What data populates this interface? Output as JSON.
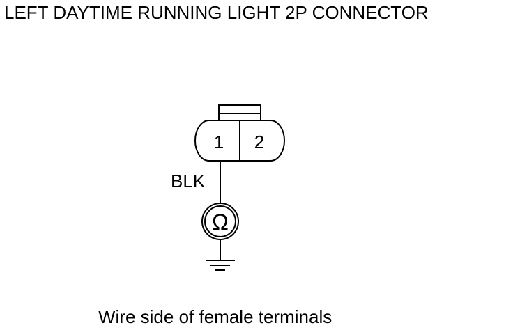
{
  "title": "LEFT DAYTIME RUNNING LIGHT 2P CONNECTOR",
  "caption": "Wire side of female terminals",
  "connector": {
    "terminals": [
      {
        "label": "1"
      },
      {
        "label": "2"
      }
    ]
  },
  "wire": {
    "color_label": "BLK"
  },
  "meter": {
    "symbol": "Ω",
    "icon": "ohmmeter-icon"
  },
  "ground": {
    "icon": "ground-icon"
  },
  "colors": {
    "line": "#000000",
    "background": "#ffffff"
  }
}
